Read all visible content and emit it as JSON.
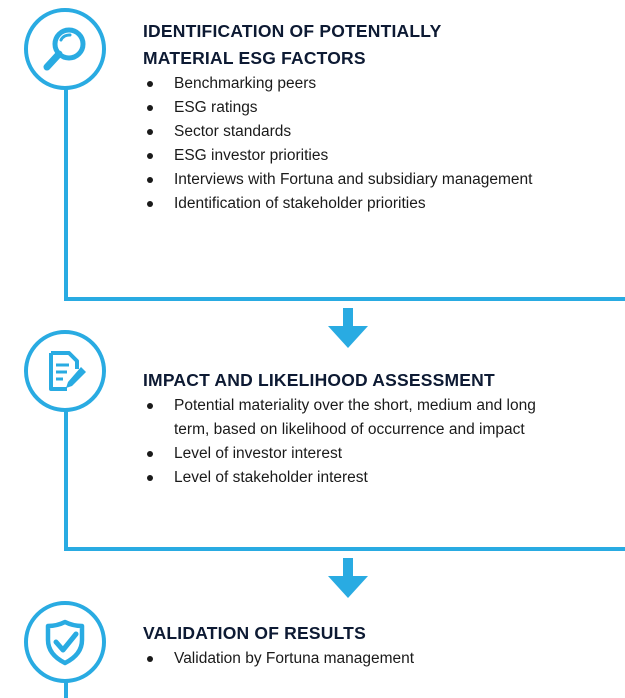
{
  "steps": [
    {
      "title_line1": "IDENTIFICATION OF POTENTIALLY",
      "title_line2": "MATERIAL ESG FACTORS",
      "icon": "magnifier-icon",
      "items": [
        "Benchmarking peers",
        "ESG ratings",
        "Sector standards",
        "ESG investor priorities",
        "Interviews with Fortuna and subsidiary management",
        "Identification of stakeholder priorities"
      ]
    },
    {
      "title_line1": "IMPACT AND LIKELIHOOD ASSESSMENT",
      "icon": "document-pen-icon",
      "items": [
        "Potential materiality over the short, medium and long term, based on likelihood of occurrence and impact",
        "Level of investor interest",
        "Level of stakeholder interest"
      ]
    },
    {
      "title_line1": "VALIDATION OF RESULTS",
      "icon": "shield-check-icon",
      "items": [
        "Validation by Fortuna management"
      ]
    }
  ],
  "colors": {
    "accent": "#29abe2",
    "heading": "#0d1a33",
    "text": "#1a1a1a"
  }
}
